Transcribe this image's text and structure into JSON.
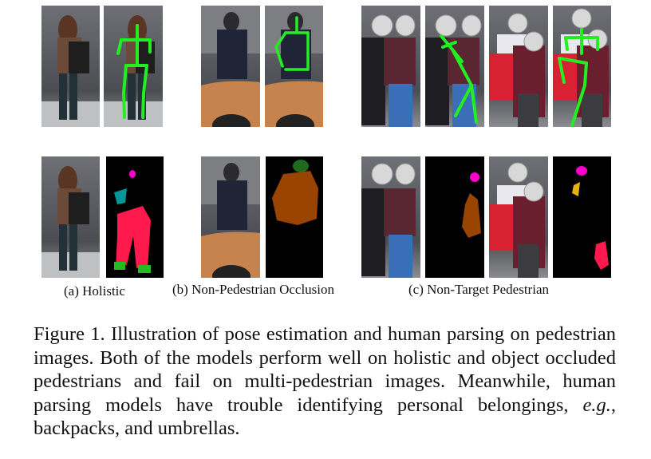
{
  "figure": {
    "panels": [
      {
        "label": "(a) Holistic"
      },
      {
        "label": "(b) Non-Pedestrian Occlusion"
      },
      {
        "label": "(c) Non-Target Pedestrian"
      }
    ],
    "caption": {
      "prefix": "Figure 1.",
      "text_1": " Illustration of pose estimation and human parsing on pedestrian images. Both of the models perform well on holistic and object occluded pedestrians and fail on multi-pedestrian images. Meanwhile, human parsing models have trouble identifying personal belongings, ",
      "eg": "e.g.",
      "text_2": ", backpacks, and umbrellas."
    }
  },
  "colors": {
    "skeleton": "#22ee22",
    "parse_head": "#ff00cc",
    "parse_torso": "#009999",
    "parse_legs": "#ff1a4d",
    "parse_feet": "#22bb22",
    "parse_brown": "#994400"
  }
}
